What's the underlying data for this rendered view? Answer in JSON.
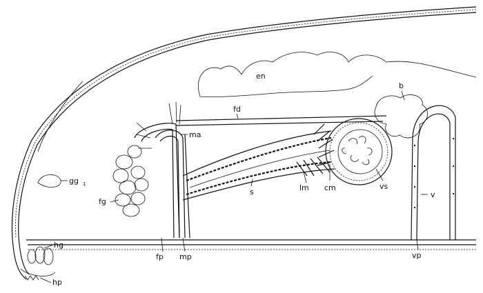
{
  "figure": {
    "labels": {
      "en": "en",
      "b": "b",
      "fd": "fd",
      "ma": "ma",
      "gg": "gg",
      "gg_sub": "1",
      "fg": "fg",
      "hg": "hg",
      "hp": "hp",
      "fp": "fp",
      "mp": "mp",
      "s": "s",
      "lm": "lm",
      "cm": "cm",
      "vs": "vs",
      "v": "v",
      "vp": "vp"
    }
  }
}
